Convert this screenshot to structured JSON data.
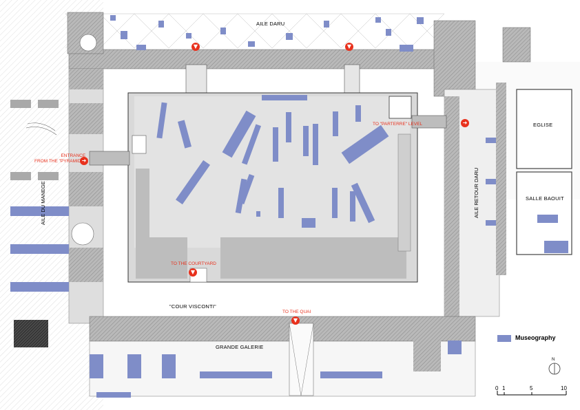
{
  "labels": {
    "aile_daru": "AILE DARU",
    "eglise": "EGLISE",
    "salle_baouit": "SALLE BAOUIT",
    "aile_retour_daru": "AILE RETOUR DARU",
    "aile_du_manege": "AILE DU MANEGE",
    "cour_visconti": "\"COUR VISCONTI\"",
    "grande_galerie": "GRANDE GALERIE"
  },
  "directions": {
    "entrance_line1": "ENTRANCE",
    "entrance_line2": "FROM THE \"PYRAMIDE\"",
    "parterre": "TO \"PARTERRE\" LEVEL",
    "courtyard": "TO THE COURTYARD",
    "quai": "TO THE QUAI"
  },
  "legend": {
    "label": "Museography",
    "color": "#7f8dc8"
  },
  "colors": {
    "wall": "#a9a9a9",
    "floor": "#d9d9d9",
    "arrow": "#e8311d"
  },
  "north": {
    "label": "N"
  },
  "scale": {
    "ticks": [
      "0",
      "1",
      "5",
      "10"
    ]
  }
}
